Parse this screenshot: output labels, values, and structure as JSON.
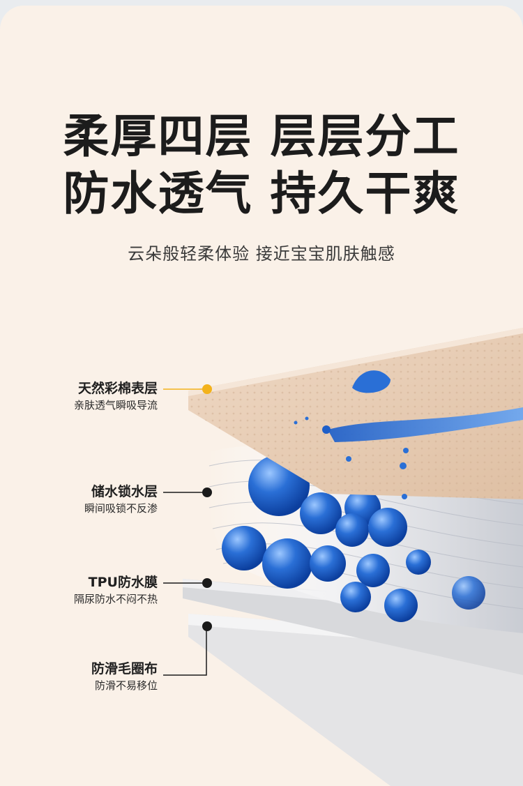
{
  "headline": {
    "line1": "柔厚四层 层层分工",
    "line2": "防水透气 持久干爽"
  },
  "subtitle": "云朵般轻柔体验 接近宝宝肌肤触感",
  "layers": [
    {
      "title": "天然彩棉表层",
      "desc": "亲肤透气瞬吸导流",
      "dot_color": "#f3b21b"
    },
    {
      "title": "储水锁水层",
      "desc": "瞬间吸锁不反渗",
      "dot_color": "#1a1a1a"
    },
    {
      "title": "TPU防水膜",
      "desc": "隔尿防水不闷不热",
      "dot_color": "#1a1a1a"
    },
    {
      "title": "防滑毛圈布",
      "desc": "防滑不易移位",
      "dot_color": "#1a1a1a"
    }
  ],
  "colors": {
    "background": "#faf1e8",
    "cotton_layer": "#e8cdb4",
    "water_blue": "#2a6fd6",
    "accent_dot": "#f3b21b"
  }
}
